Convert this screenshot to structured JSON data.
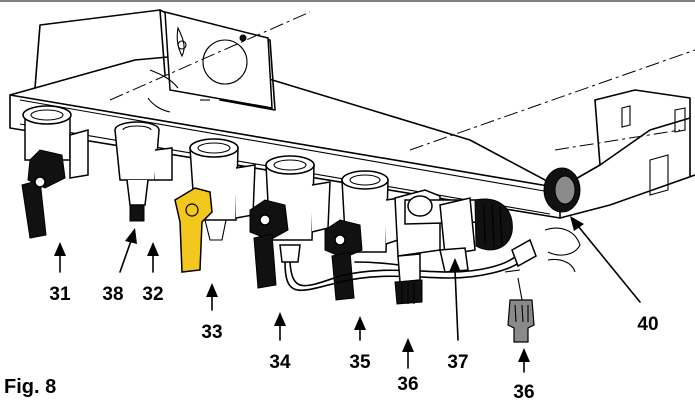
{
  "figure_label": "Fig. 8",
  "callouts": [
    {
      "id": "c31",
      "text": "31"
    },
    {
      "id": "c38",
      "text": "38"
    },
    {
      "id": "c32",
      "text": "32"
    },
    {
      "id": "c33",
      "text": "33"
    },
    {
      "id": "c34",
      "text": "34"
    },
    {
      "id": "c35",
      "text": "35"
    },
    {
      "id": "c36a",
      "text": "36"
    },
    {
      "id": "c37",
      "text": "37"
    },
    {
      "id": "c36b",
      "text": "36"
    },
    {
      "id": "c40",
      "text": "40"
    }
  ],
  "colors": {
    "valve_handle_highlight": "#f2c81e",
    "valve_handle": "#1a1a1a",
    "line": "#000000",
    "background": "#ffffff"
  }
}
